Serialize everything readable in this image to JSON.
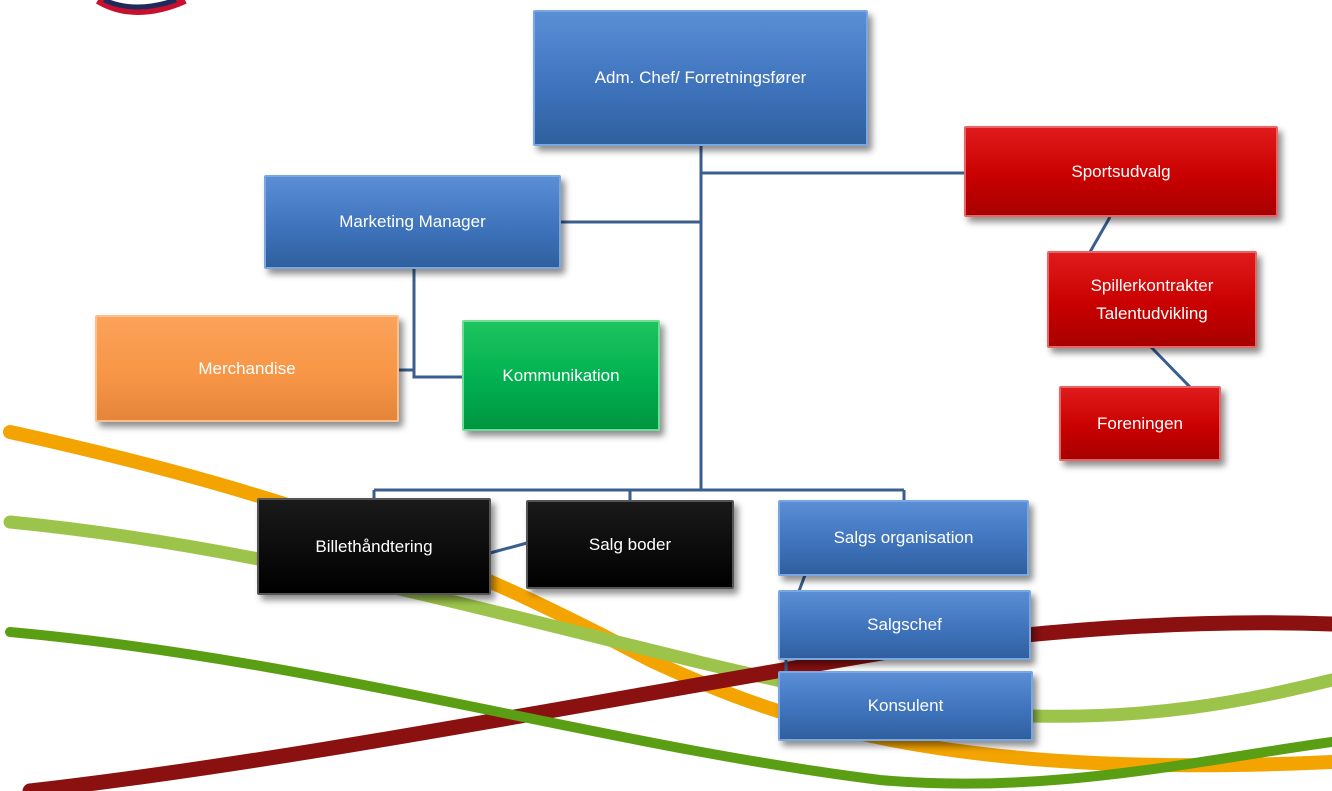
{
  "colors": {
    "blue": "#3f74bd",
    "red": "#c90000",
    "green": "#00b050",
    "orange": "#f79646",
    "black": "#000000",
    "connector": "#3a5f8f"
  },
  "org_chart": {
    "adm_chef": "Adm. Chef/ Forretningsfører",
    "marketing_manager": "Marketing Manager",
    "merchandise": "Merchandise",
    "kommunikation": "Kommunikation",
    "sportsudvalg": "Sportsudvalg",
    "spillerkontrakter": "Spillerkontrakter",
    "talentudvikling": "Talentudvikling",
    "foreningen": "Foreningen",
    "billethaandtering": "Billethåndtering",
    "salg_boder": "Salg boder",
    "salgs_organisation": "Salgs organisation",
    "salgschef": "Salgschef",
    "konsulent": "Konsulent"
  }
}
